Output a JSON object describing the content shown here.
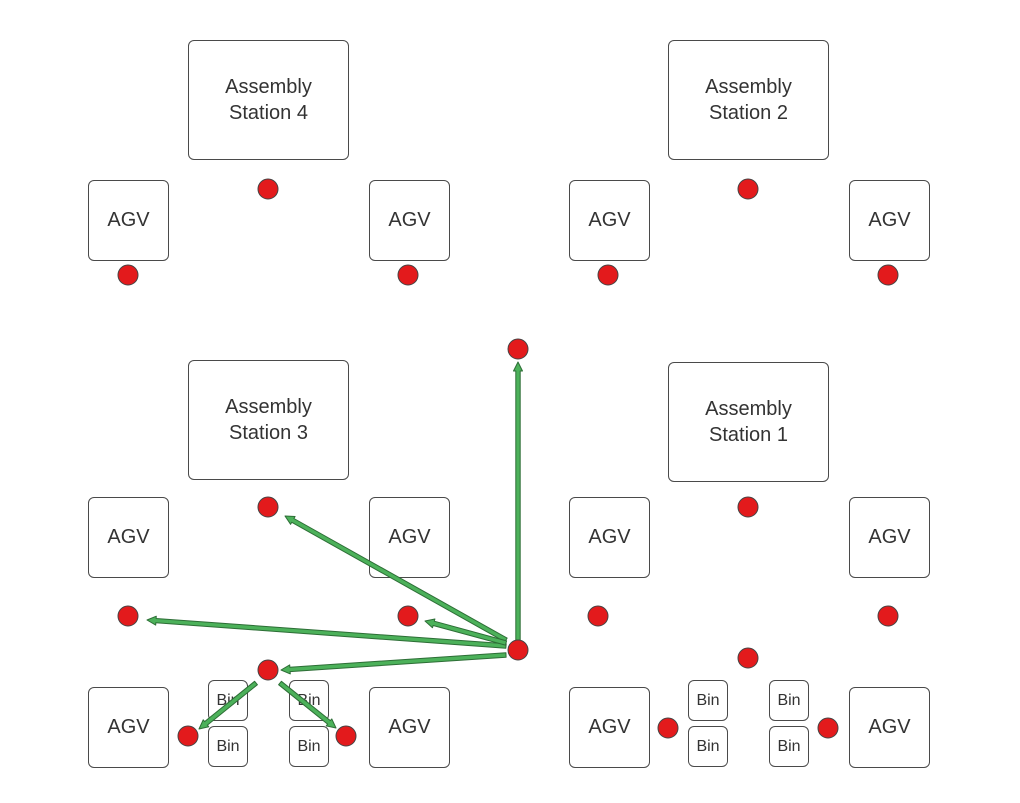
{
  "labels": {
    "station_4": "Assembly\nStation 4",
    "station_2": "Assembly\nStation 2",
    "station_3": "Assembly\nStation 3",
    "station_1": "Assembly\nStation 1",
    "agv": "AGV",
    "bin": "Bin"
  },
  "colors": {
    "node": "#e31a1c",
    "arrow_fill": "#4cb15a",
    "arrow_stroke": "#2d6e36",
    "border": "#4a4a4a",
    "text": "#333333"
  }
}
